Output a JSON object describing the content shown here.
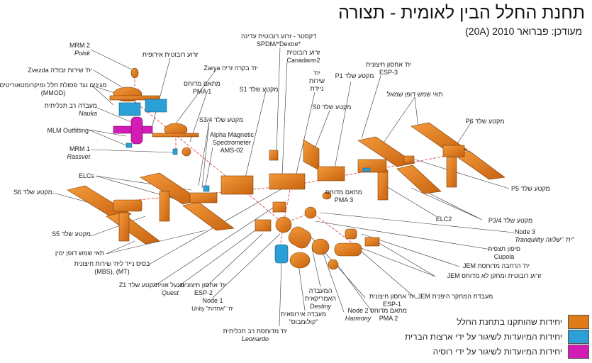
{
  "title": "תחנת החלל הבין לאומית - תצורה",
  "subtitle": "מעודכן: פברואר 2010 (20A)",
  "colors": {
    "installed": "#e07b1a",
    "us_planned": "#2aa0d6",
    "russia_planned": "#d31bb5",
    "axis": "#e25a5a"
  },
  "labels": {
    "mrm2": [
      "MRM 2",
      "Poisk"
    ],
    "zvezda": "יח' שירות זבזדה Zvezda",
    "mmod": [
      "מגינים נגד פסולת חלל ומיקרומטאוריטים",
      "(MMOD)"
    ],
    "nauka": [
      "מעבדה רב תכליתית",
      "Nauka"
    ],
    "mlm": "MLM Outfitting",
    "mrm1": [
      "MRM 1",
      "Rassvet"
    ],
    "era": "זרוע רובוטית אירופית",
    "zarya": "יח' בקרה זריה Zarya",
    "pma1": [
      "מתאם מדוחס",
      "PMA 1"
    ],
    "s1": "מקטע שלד S1",
    "s34": "מקטע שלד S3/4",
    "ams": [
      "Alpha Magnetic",
      "Spectrometer",
      "AMS-02"
    ],
    "dextre": [
      "דקסטר - זרוע רובוטית עדינה",
      "SPDM/*Dextre*"
    ],
    "canadarm": [
      "זרוע רובוטית",
      "Canadarm2"
    ],
    "mss": [
      "יח'",
      "שירות",
      "ניידת"
    ],
    "s0": "מקטע שלד S0",
    "p1": "מקטע שלד P1",
    "esp3": [
      "יח' אחסון חיצונית",
      "ESP-3"
    ],
    "port_arrays": "תאי שמש דופן שמאל",
    "p6": "מקטע שלד P6",
    "p5": "מקטע שלד P5",
    "elcs": "ELCs",
    "s6": "מקטע שלד S6",
    "s5": "מקטע שלד S5",
    "stbd_arrays": "תאי שמש דופן ימין",
    "mbs": [
      "בסיס נייד ליח' שירות חיצונית",
      "(MBS), (MT)"
    ],
    "z1": "מקטע שלד Z1",
    "quest": [
      "מנעל אוויר",
      "Quest"
    ],
    "esp2": [
      "יח' אחסון חיצונית",
      "ESP-2"
    ],
    "node1": [
      "Node 1",
      "יח' \"אחדות\" Unity"
    ],
    "leonardo": [
      "יח' מדוחסת רב תכליתית",
      "Leonardo"
    ],
    "pma3": [
      "מתאם מדוחס",
      "PMA 3"
    ],
    "elc2": "ELC2",
    "p34": "מקטע שלד P3/4",
    "node3": [
      "Node 3",
      "Tranquility יח' \"שלווה\""
    ],
    "cupola": [
      "סיפון תצפית",
      "Cupola"
    ],
    "jem_elm": "יח' הרחבה מדוחסת JEM",
    "jem_rms": "זרוע רובוטית ומתקן לא מדוחס JEM",
    "jem_pm": "מעבדת המחקר היפנית JEM",
    "esp1": [
      "יח' אחסון חיצונית",
      "ESP-1"
    ],
    "pma2": [
      "מתאם מדוחס",
      "PMA 2"
    ],
    "node2": [
      "Node 2",
      "Harmony"
    ],
    "destiny": [
      "המעבדה",
      "האמריקאית",
      "Destiny"
    ],
    "columbus": [
      "מעבדה אירופאית",
      "\"קולומבוס\""
    ]
  },
  "legend": [
    {
      "label": "יחידות שהותקנו בתחנת החלל",
      "color": "#e07b1a"
    },
    {
      "label": "יחידות המיועדות לשיגור על ידי ארצות הברית",
      "color": "#2aa0d6"
    },
    {
      "label": "יחידות המיועדות לשיגור על ידי רוסיה",
      "color": "#d31bb5"
    }
  ]
}
